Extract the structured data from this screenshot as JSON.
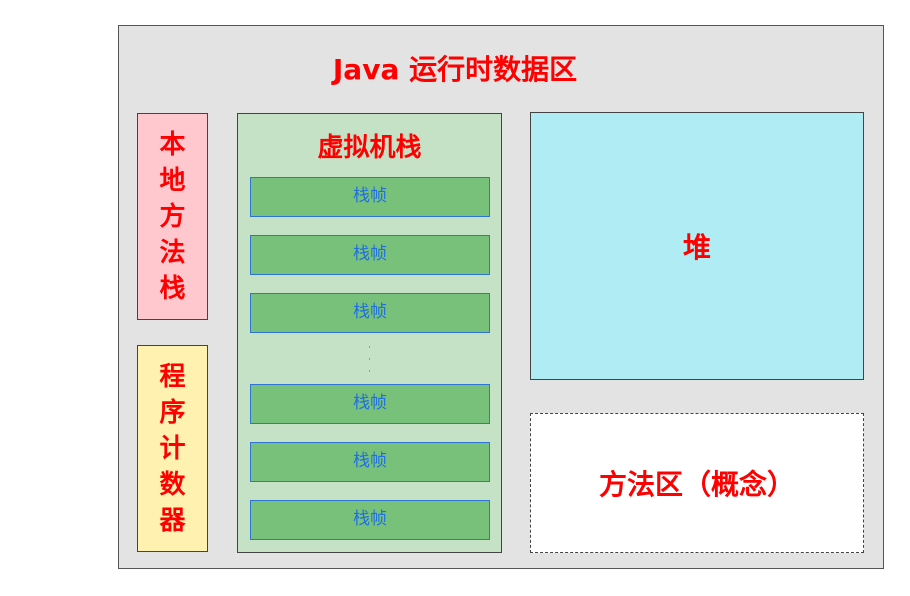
{
  "diagram": {
    "title": "Java 运行时数据区",
    "native_method_stack": [
      "本",
      "地",
      "方",
      "法",
      "栈"
    ],
    "program_counter": [
      "程",
      "序",
      "计",
      "数",
      "器"
    ],
    "vm_stack": {
      "title": "虚拟机栈",
      "frames": [
        "栈帧",
        "栈帧",
        "栈帧",
        "栈帧",
        "栈帧",
        "栈帧"
      ],
      "ellipsis": [
        "·",
        "·",
        "·"
      ]
    },
    "heap": "堆",
    "method_area": "方法区（概念）"
  },
  "colors": {
    "outer_bg": "#e3e3e3",
    "title_text": "#ff0000",
    "native_stack_bg": "#ffc7ce",
    "program_counter_bg": "#fff2b0",
    "vm_stack_bg": "#c6e2c6",
    "frame_bg": "#78c17a",
    "frame_border": "#2e75d6",
    "frame_text": "#1f6fe0",
    "heap_bg": "#b0ecf3",
    "method_area_bg": "#ffffff"
  }
}
